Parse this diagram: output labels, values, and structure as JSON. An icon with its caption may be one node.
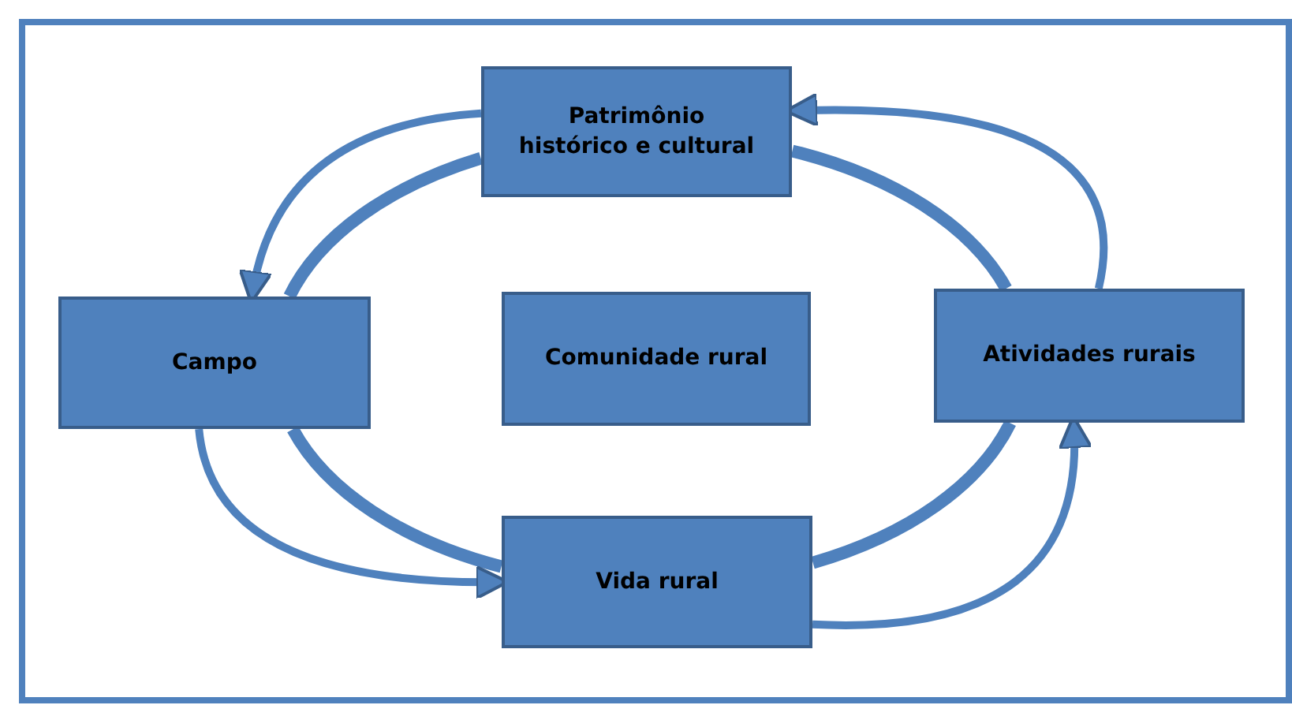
{
  "diagram": {
    "nodes": [
      {
        "text": [
          "Patrimônio histórico e cultural"
        ]
      },
      {
        "text": [
          "Campo"
        ]
      },
      {
        "text": [
          "Comunidade rural"
        ]
      },
      {
        "text": [
          "Atividades rurais"
        ]
      },
      {
        "text": [
          "Vida rural"
        ]
      }
    ],
    "edges": [
      {
        "from": 0,
        "to": 1,
        "arrow": "none"
      },
      {
        "from": 1,
        "to": 4,
        "arrow": "none"
      },
      {
        "from": 4,
        "to": 3,
        "arrow": "none"
      },
      {
        "from": 3,
        "to": 0,
        "arrow": "none"
      },
      {
        "from": 0,
        "to": 1,
        "arrow": "to"
      },
      {
        "from": 1,
        "to": 4,
        "arrow": "to"
      },
      {
        "from": 4,
        "to": 3,
        "arrow": "to"
      },
      {
        "from": 3,
        "to": 0,
        "arrow": "to"
      }
    ]
  }
}
